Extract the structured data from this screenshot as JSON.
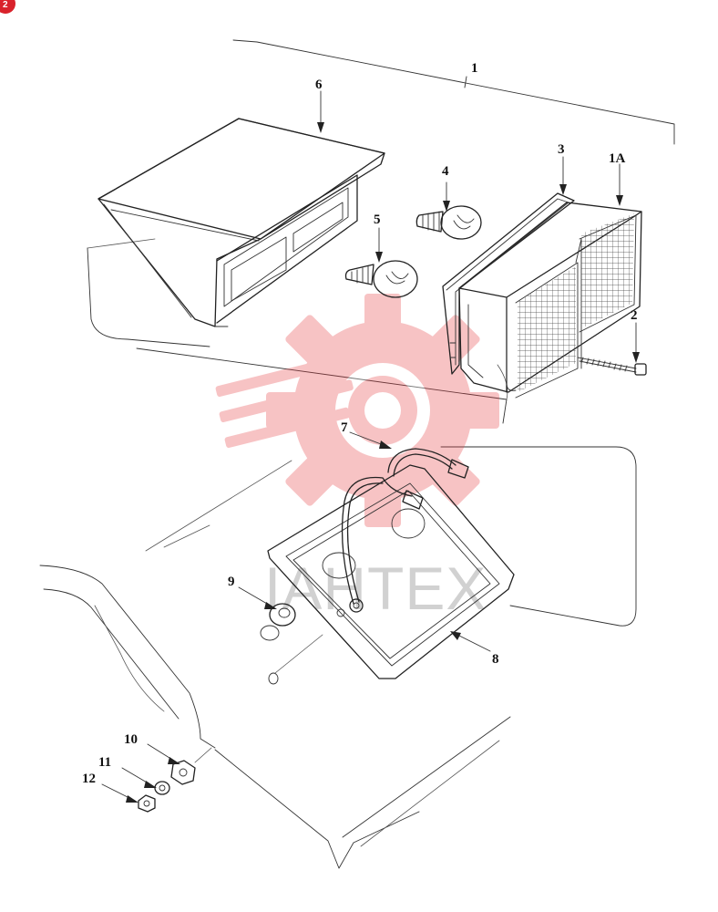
{
  "diagram": {
    "page_badge": "2",
    "watermark": "IAHTEX",
    "callouts": {
      "c1": "1",
      "c1a": "1A",
      "c2": "2",
      "c3": "3",
      "c4": "4",
      "c5": "5",
      "c6": "6",
      "c7": "7",
      "c8": "8",
      "c9": "9",
      "c10": "10",
      "c11": "11",
      "c12": "12"
    },
    "colors": {
      "line": "#222222",
      "watermark_red": "#e8474c",
      "watermark_grey": "#9a9a9a",
      "badge": "#d9222b"
    }
  }
}
